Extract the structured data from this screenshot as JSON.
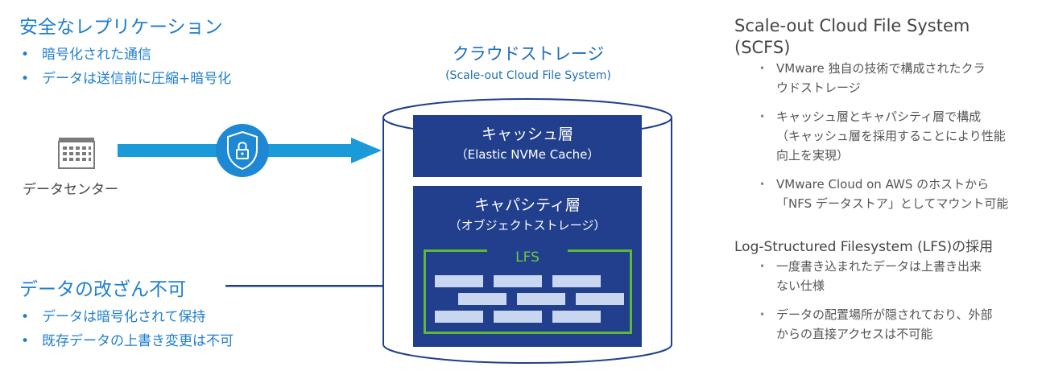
{
  "left": {
    "replication_title": "安全なレプリケーション",
    "replication_points": [
      "暗号化された通信",
      "データは送信前に圧縮+暗号化"
    ],
    "datacenter_label": "データセンター",
    "tamper_title": "データの改ざん不可",
    "tamper_points": [
      "データは暗号化されて保持",
      "既存データの上書き変更は不可"
    ]
  },
  "center": {
    "title": "クラウドストレージ",
    "subtitle": "(Scale-out Cloud File System)",
    "cache_layer": {
      "name": "キャッシュ層",
      "detail": "（Elastic NVMe Cache）"
    },
    "capacity_layer": {
      "name": "キャパシティ層",
      "detail": "（オブジェクトストレージ）"
    },
    "lfs_label": "LFS"
  },
  "right": {
    "scfs_title_line1": "Scale-out Cloud File System",
    "scfs_title_line2": "(SCFS)",
    "scfs_points": [
      [
        "VMware 独自の技術で構成されたクラ",
        "ウドストレージ"
      ],
      [
        "キャッシュ層とキャパシティ層で構成",
        "（キャッシュ層を採用することにより性能",
        "向上を実現）"
      ],
      [
        "VMware Cloud on AWS のホストから",
        "「NFS データストア」としてマウント可能"
      ]
    ],
    "lfs_title": "Log-Structured Filesystem (LFS)の採用",
    "lfs_points": [
      [
        "一度書き込まれたデータは上書き出来",
        "ない仕様"
      ],
      [
        "データの配置場所が隠されており、外部",
        "からの直接アクセスは不可能"
      ]
    ]
  },
  "colors": {
    "accent_blue": "#1f7fd0",
    "layer_navy": "#213f8c",
    "lfs_green": "#5fb83a",
    "arrow_blue": "#1a9ad9",
    "lock_badge": "#1e88d4"
  },
  "icons": [
    "building-icon",
    "shield-lock-icon",
    "arrow-right-icon"
  ]
}
